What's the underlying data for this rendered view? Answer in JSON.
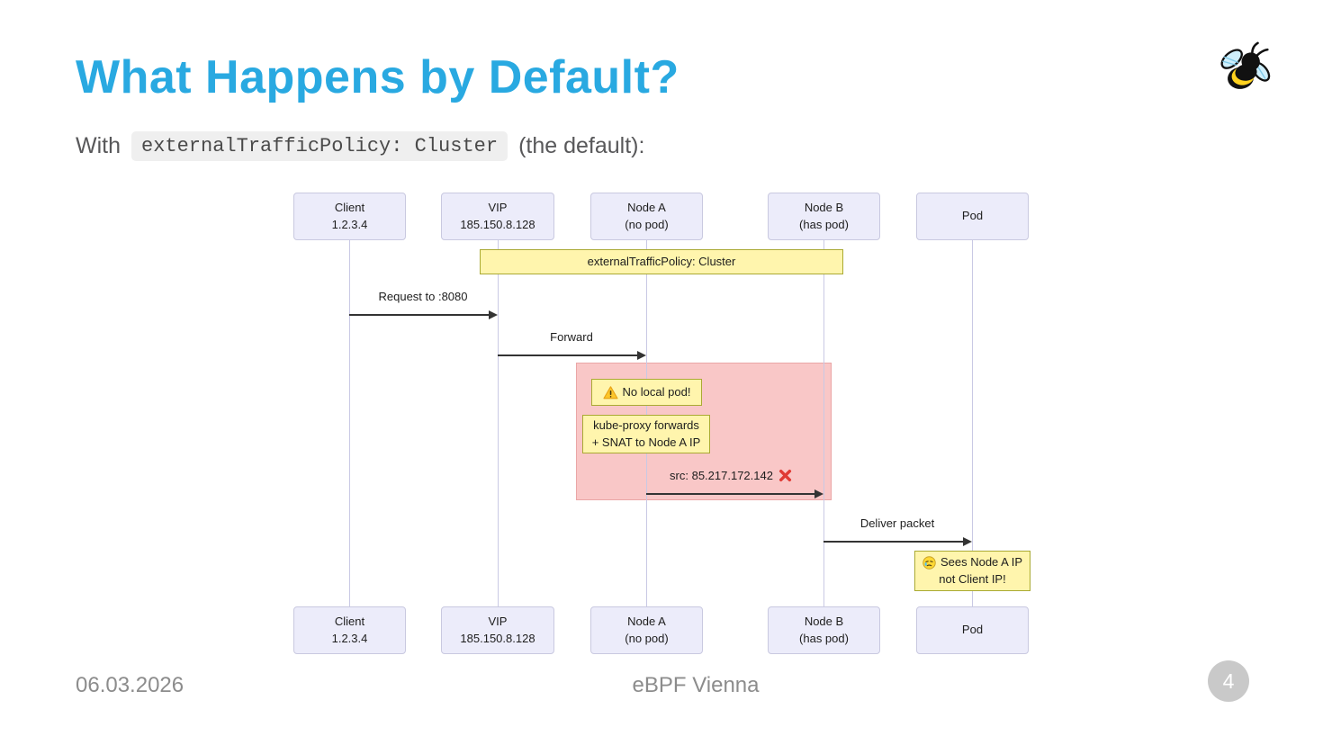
{
  "slide": {
    "title": "What Happens by Default?",
    "subtitle_prefix": "With",
    "subtitle_code": "externalTrafficPolicy: Cluster",
    "subtitle_suffix": "(the default):",
    "logo_icon": "bee-icon",
    "accent_color": "#29a9e1"
  },
  "diagram": {
    "type": "sequence",
    "participants": [
      {
        "id": "client",
        "line1": "Client",
        "line2": "1.2.3.4"
      },
      {
        "id": "vip",
        "line1": "VIP",
        "line2": "185.150.8.128"
      },
      {
        "id": "node-a",
        "line1": "Node A",
        "line2": "(no pod)"
      },
      {
        "id": "node-b",
        "line1": "Node B",
        "line2": "(has pod)"
      },
      {
        "id": "pod",
        "line1": "Pod",
        "line2": ""
      }
    ],
    "notes": {
      "policy": "externalTrafficPolicy: Cluster",
      "no_local_pod": "No local pod!",
      "no_local_pod_icon": "warning-icon",
      "snat_line1": "kube-proxy forwards",
      "snat_line2": "+ SNAT to Node A IP",
      "sees_line1": "Sees Node A IP",
      "sees_line2": "not Client IP!",
      "sees_icon": "crying-face-icon"
    },
    "messages": [
      {
        "from": "client",
        "to": "vip",
        "label": "Request to :8080"
      },
      {
        "from": "vip",
        "to": "node-a",
        "label": "Forward"
      },
      {
        "from": "node-a",
        "to": "node-b",
        "label": "src: 85.217.172.142",
        "icon": "cross-mark-icon"
      },
      {
        "from": "node-b",
        "to": "pod",
        "label": "Deliver packet"
      }
    ],
    "colors": {
      "participant_fill": "#ececfa",
      "participant_border": "#c9c9e0",
      "note_fill": "#fff5ad",
      "note_border": "#aaaa33",
      "highlight_fill": "#f9c7c7",
      "arrow": "#333333"
    }
  },
  "footer": {
    "date": "06.03.2026",
    "event": "eBPF Vienna",
    "page": "4"
  }
}
